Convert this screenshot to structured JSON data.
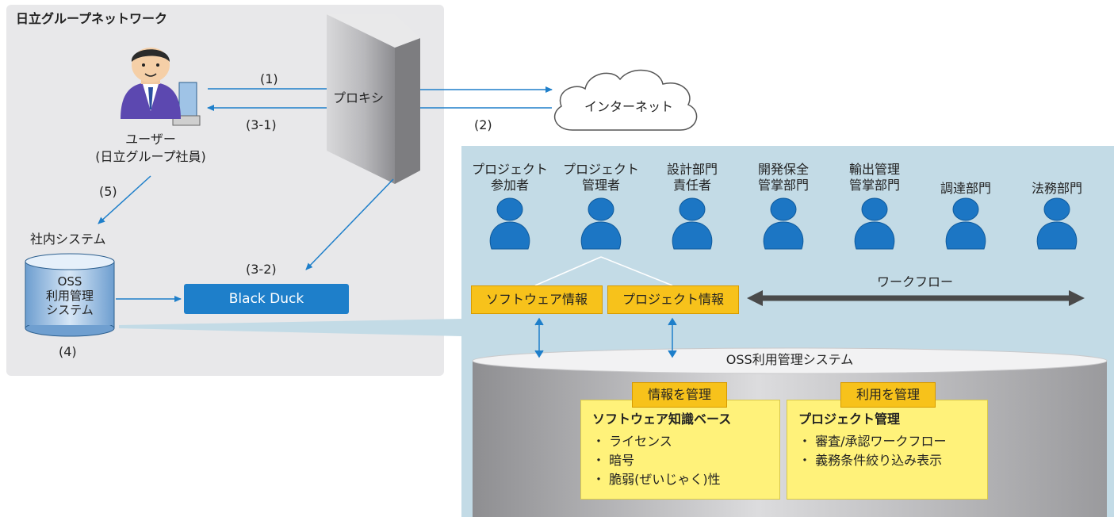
{
  "network_title": "日立グループネットワーク",
  "proxy_label": "プロキシ",
  "internet_label": "インターネット",
  "user": {
    "line1": "ユーザー",
    "line2": "(日立グループ社員)"
  },
  "steps": {
    "s1": "(1)",
    "s2": "(2)",
    "s31": "(3-1)",
    "s32": "(3-2)",
    "s4": "(4)",
    "s5": "(5)"
  },
  "internal_system_label": "社内システム",
  "oss_db": {
    "line1": "OSS",
    "line2": "利用管理",
    "line3": "システム"
  },
  "blackduck_label": "Black Duck",
  "roles": [
    "プロジェクト\n参加者",
    "プロジェクト\n管理者",
    "設計部門\n責任者",
    "開発保全\n管掌部門",
    "輸出管理\n管掌部門",
    "調達部門",
    "法務部門"
  ],
  "software_info": "ソフトウェア情報",
  "project_info": "プロジェクト情報",
  "workflow_label": "ワークフロー",
  "oss_system_label": "OSS利用管理システム",
  "manage_info_tag": "情報を管理",
  "manage_use_tag": "利用を管理",
  "kb_box": {
    "title": "ソフトウェア知識ベース",
    "items": [
      "・ ライセンス",
      "・ 暗号",
      "・ 脆弱(ぜいじゃく)性"
    ]
  },
  "pm_box": {
    "title": "プロジェクト管理",
    "items": [
      "・ 審査/承認ワークフロー",
      "・ 義務条件絞り込み表示"
    ]
  },
  "colors": {
    "blue_accent": "#1e7fca",
    "person_blue": "#1c76c4",
    "tag_yellow": "#f7c21b",
    "box_yellow": "#fff27a",
    "panel_gray": "#e8e8ea",
    "panel_blue": "#c3dbe6"
  }
}
